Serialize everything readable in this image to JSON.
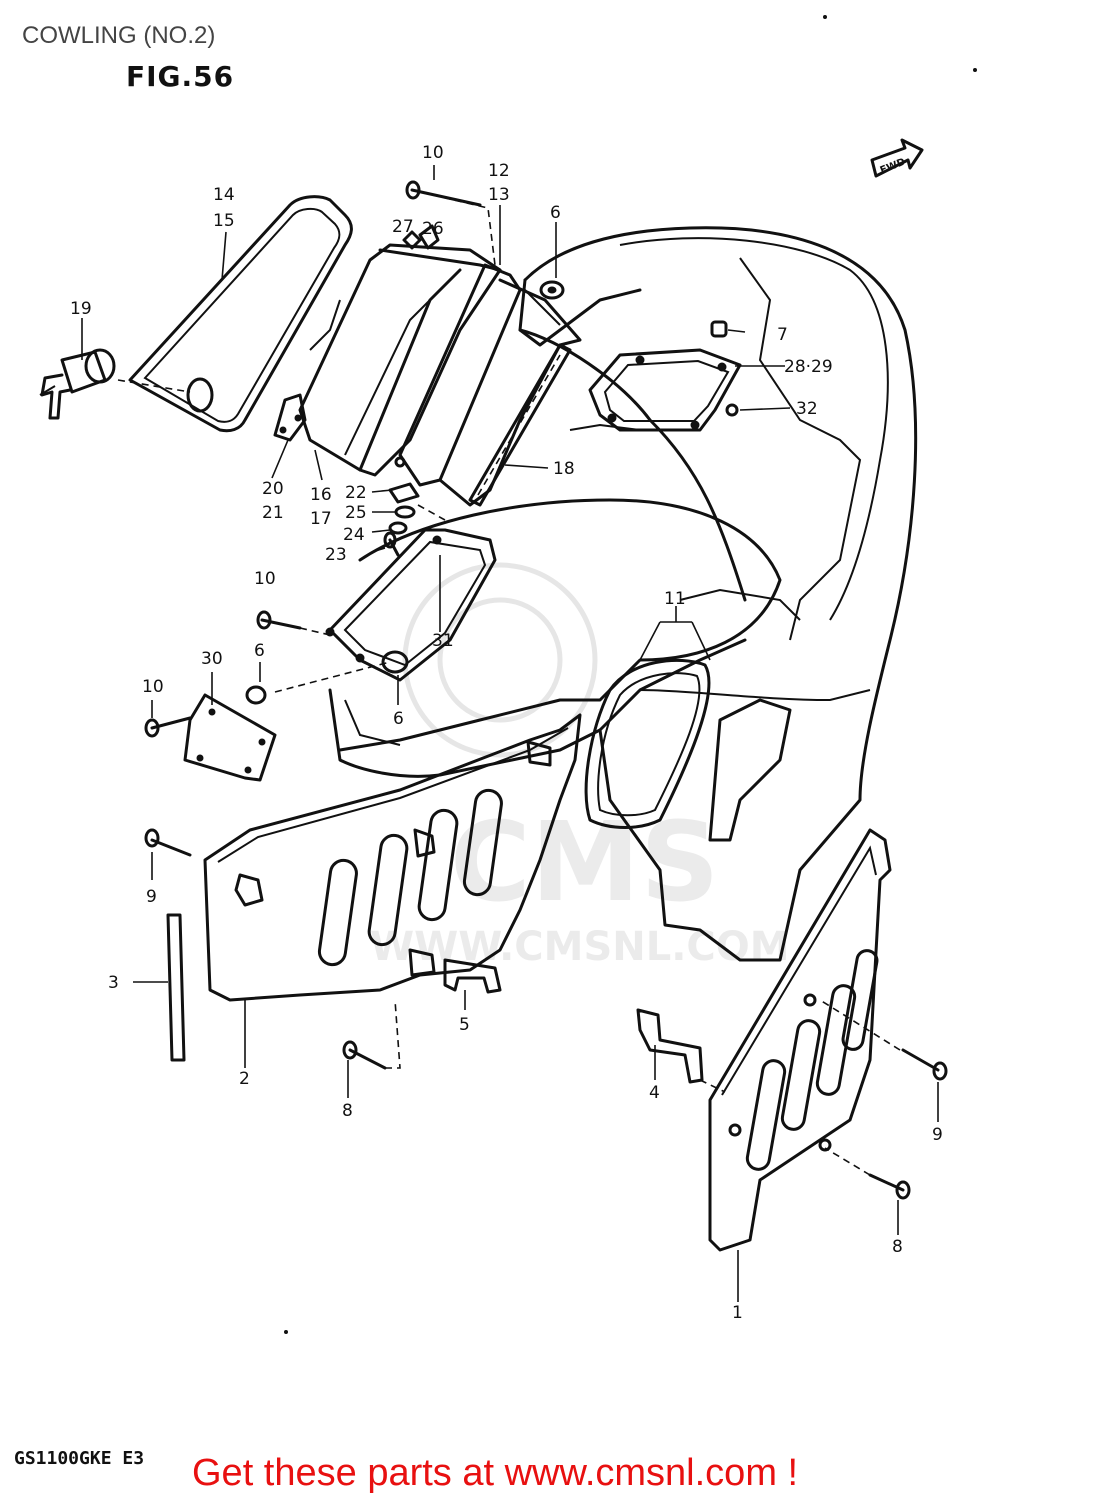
{
  "page": {
    "title": "COWLING (NO.2)",
    "figure": "FIG.56",
    "model_code": "GS1100GKE  E3",
    "promo_text": "Get these parts at www.cmsnl.com !"
  },
  "diagram": {
    "direction_marker": "FWD",
    "watermark": {
      "brand": "CMS",
      "url": "WWW.CMSNL.COM"
    },
    "callouts": [
      {
        "id": "c10a",
        "text": "10"
      },
      {
        "id": "c12",
        "text": "12"
      },
      {
        "id": "c13",
        "text": "13"
      },
      {
        "id": "c14",
        "text": "14"
      },
      {
        "id": "c15",
        "text": "15"
      },
      {
        "id": "c27",
        "text": "27"
      },
      {
        "id": "c26",
        "text": "26"
      },
      {
        "id": "c6a",
        "text": "6"
      },
      {
        "id": "c7",
        "text": "7"
      },
      {
        "id": "c2829",
        "text": "28·29"
      },
      {
        "id": "c32",
        "text": "32"
      },
      {
        "id": "c19",
        "text": "19"
      },
      {
        "id": "c18",
        "text": "18"
      },
      {
        "id": "c20",
        "text": "20"
      },
      {
        "id": "c21",
        "text": "21"
      },
      {
        "id": "c16",
        "text": "16"
      },
      {
        "id": "c17",
        "text": "17"
      },
      {
        "id": "c22",
        "text": "22"
      },
      {
        "id": "c25",
        "text": "25"
      },
      {
        "id": "c24",
        "text": "24"
      },
      {
        "id": "c23",
        "text": "23"
      },
      {
        "id": "c10b",
        "text": "10"
      },
      {
        "id": "c31",
        "text": "31"
      },
      {
        "id": "c11",
        "text": "11"
      },
      {
        "id": "c30",
        "text": "30"
      },
      {
        "id": "c6b",
        "text": "6"
      },
      {
        "id": "c10c",
        "text": "10"
      },
      {
        "id": "c6c",
        "text": "6"
      },
      {
        "id": "c9a",
        "text": "9"
      },
      {
        "id": "c3",
        "text": "3"
      },
      {
        "id": "c2",
        "text": "2"
      },
      {
        "id": "c5",
        "text": "5"
      },
      {
        "id": "c8a",
        "text": "8"
      },
      {
        "id": "c4",
        "text": "4"
      },
      {
        "id": "c9b",
        "text": "9"
      },
      {
        "id": "c8b",
        "text": "8"
      },
      {
        "id": "c1",
        "text": "1"
      }
    ]
  }
}
